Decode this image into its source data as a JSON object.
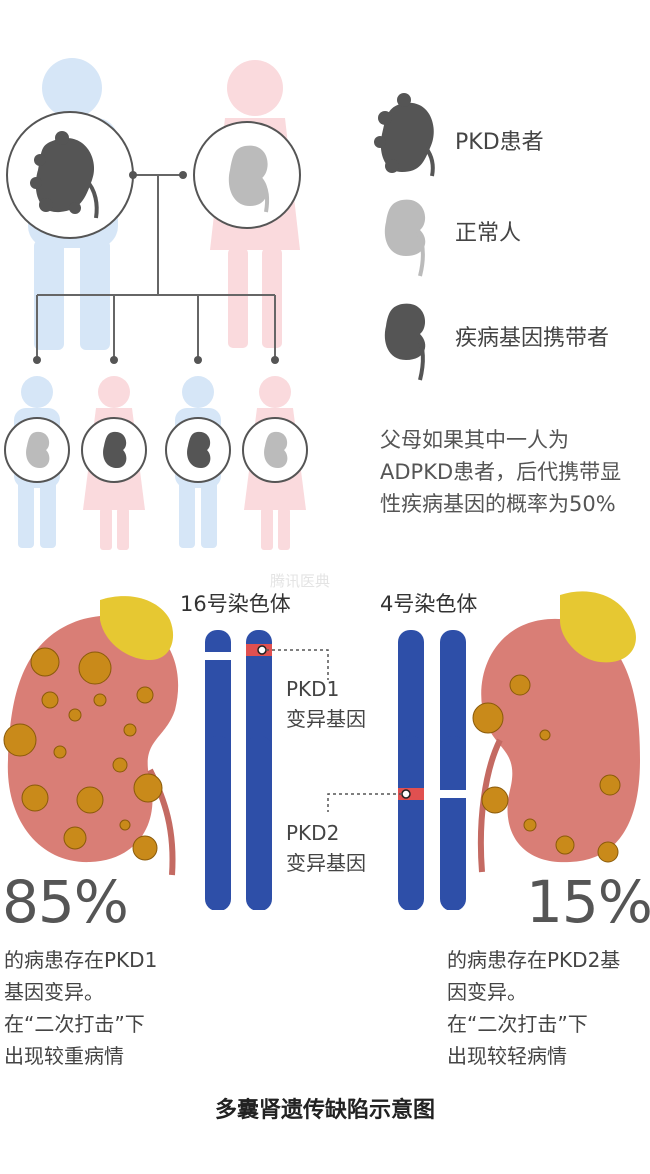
{
  "legend": {
    "patient": "PKD患者",
    "normal": "正常人",
    "carrier": "疾病基因携带者"
  },
  "inheritance_note": {
    "line1": "父母如果其中一人为",
    "line2": "ADPKD患者，后代携带显",
    "line3": "性疾病基因的概率为50%"
  },
  "chromosome_titles": {
    "left": "16号染色体",
    "right": "4号染色体"
  },
  "gene_labels": {
    "pkd1_line1": "PKD1",
    "pkd1_line2": "变异基因",
    "pkd2_line1": "PKD2",
    "pkd2_line2": "变异基因"
  },
  "left_stat": {
    "percent": "85%",
    "line1": "的病患存在PKD1",
    "line2": "基因变异。",
    "line3": "在“二次打击”下",
    "line4": "出现较重病情"
  },
  "right_stat": {
    "percent": "15%",
    "line1": "的病患存在PKD2基",
    "line2": "因变异。",
    "line3": "在“二次打击”下",
    "line4": "出现较轻病情"
  },
  "caption": "多囊肾遗传缺陷示意图",
  "watermark": "腾讯医典",
  "colors": {
    "father_silhouette": "#d6e6f7",
    "mother_silhouette": "#fadadd",
    "kidney_patient": "#555555",
    "kidney_normal": "#bbbbbb",
    "kidney_carrier": "#555555",
    "chromosome": "#2e4fa8",
    "mutation_band": "#e05050",
    "kidney_tissue": "#d97e76",
    "cyst": "#c98a1a",
    "adrenal": "#e6c832"
  }
}
